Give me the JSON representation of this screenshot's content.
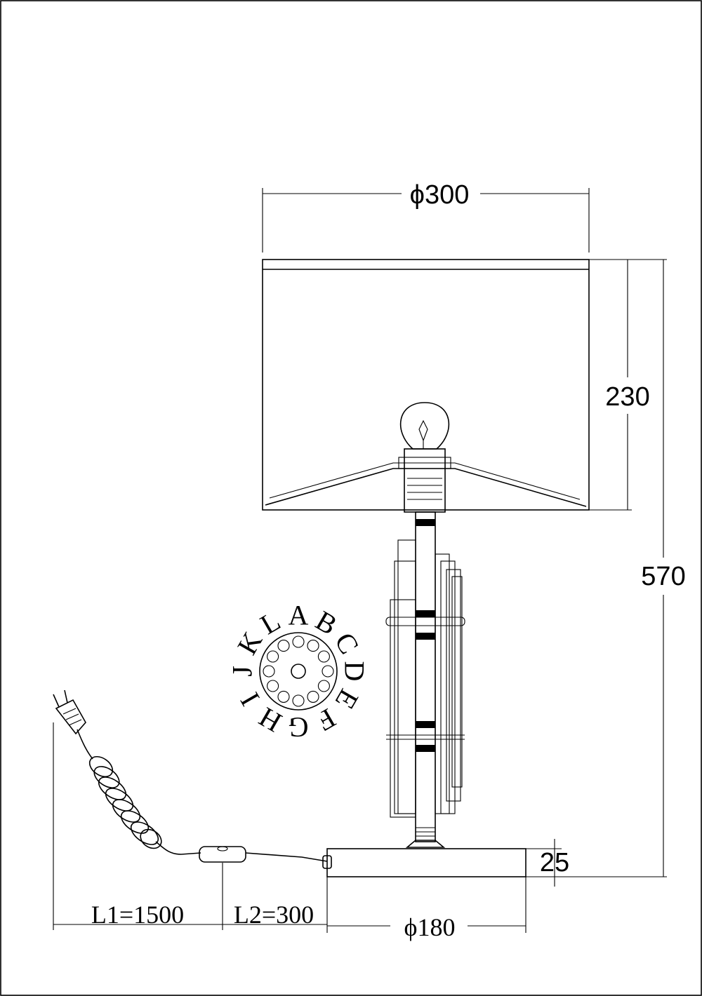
{
  "dimensions": {
    "shade_diameter": "ϕ300",
    "shade_height": "230",
    "total_height": "570",
    "base_height": "25",
    "base_diameter": "ϕ180",
    "cable_length": "L1=1500",
    "switch_length": "L2=300"
  },
  "rotary_letters": [
    "A",
    "B",
    "C",
    "D",
    "E",
    "F",
    "G",
    "H",
    "I",
    "J",
    "K",
    "L"
  ]
}
